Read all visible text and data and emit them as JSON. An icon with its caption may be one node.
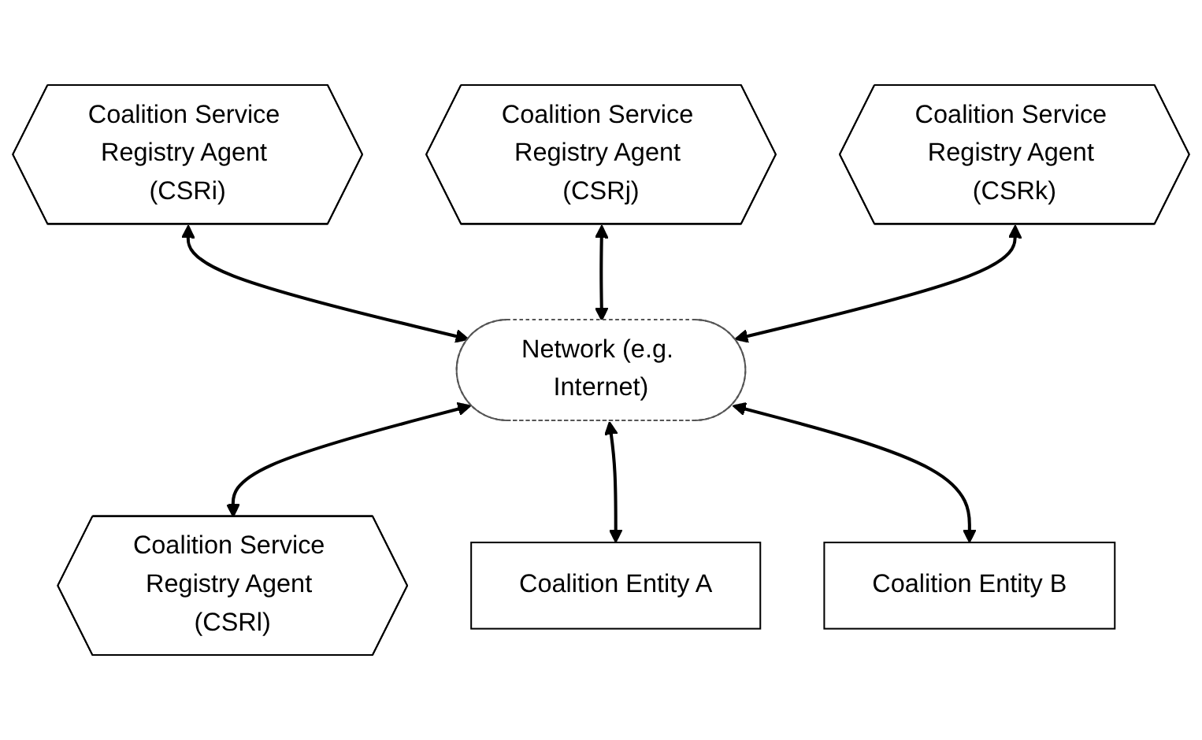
{
  "diagram": {
    "nodes": [
      {
        "text": [
          "Coalition Service Registry Agent (CSRj)"
        ]
      },
      {
        "text": [
          "Coalition Service Registry Agent (CSRi)"
        ]
      },
      {
        "text": [
          "Coalition Service Registry Agent (CSRk)"
        ]
      },
      {
        "text": [
          "Network (e.g. Internet)"
        ]
      },
      {
        "text": [
          "Coalition Service Registry Agent (CSRl)"
        ]
      },
      {
        "text": [
          "Coalition Entity A"
        ]
      },
      {
        "text": [
          "Coalition Entity B"
        ]
      }
    ],
    "edges": [
      {
        "from": 1,
        "to": 3,
        "arrow": "both"
      },
      {
        "from": 0,
        "to": 3,
        "arrow": "both"
      },
      {
        "from": 2,
        "to": 3,
        "arrow": "both"
      },
      {
        "from": 3,
        "to": 4,
        "arrow": "both"
      },
      {
        "from": 3,
        "to": 5,
        "arrow": "both"
      },
      {
        "from": 3,
        "to": 6,
        "arrow": "both"
      }
    ]
  }
}
